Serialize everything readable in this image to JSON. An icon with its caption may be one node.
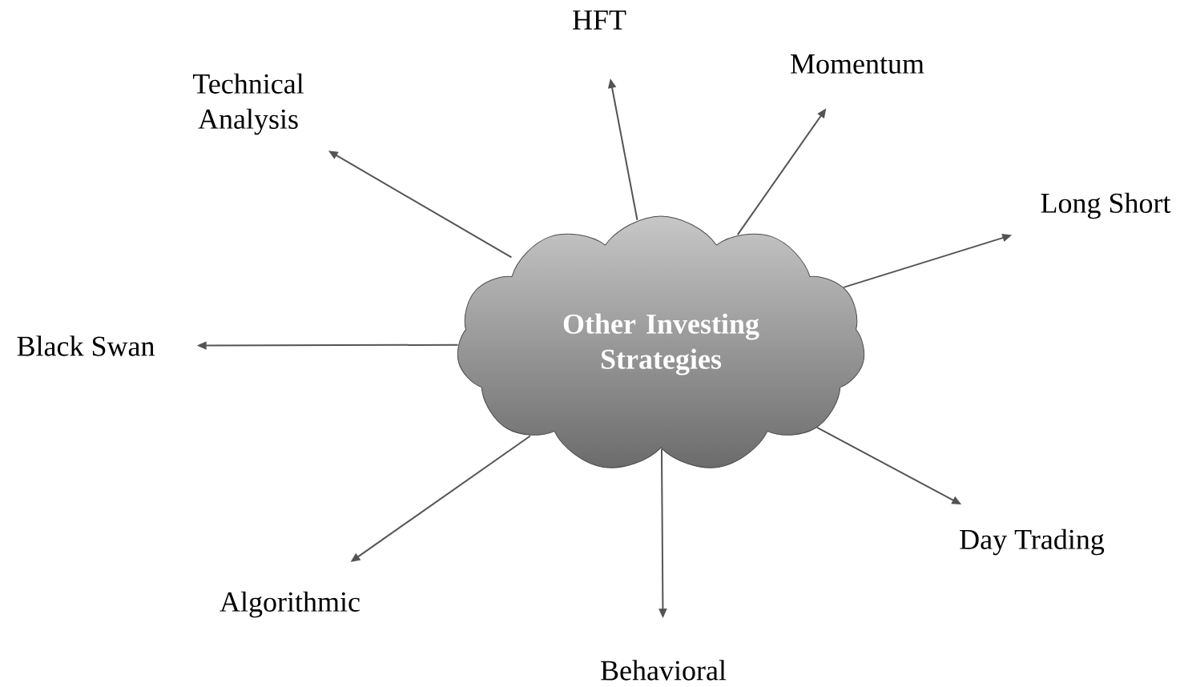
{
  "diagram": {
    "nodes": [
      {
        "text": [
          "Other Investing Strategies"
        ]
      },
      {
        "text": [
          "HFT"
        ]
      },
      {
        "text": [
          "Technical Analysis"
        ]
      },
      {
        "text": [
          "Momentum"
        ]
      },
      {
        "text": [
          "Long Short"
        ]
      },
      {
        "text": [
          "Black Swan"
        ]
      },
      {
        "text": [
          "Day Trading"
        ]
      },
      {
        "text": [
          "Algorithmic"
        ]
      },
      {
        "text": [
          "Behavioral"
        ]
      }
    ],
    "edges": [
      {
        "from": 0,
        "to": 1,
        "arrow": "to"
      },
      {
        "from": 0,
        "to": 2,
        "arrow": "to"
      },
      {
        "from": 0,
        "to": 3,
        "arrow": "to"
      },
      {
        "from": 0,
        "to": 4,
        "arrow": "to"
      },
      {
        "from": 0,
        "to": 5,
        "arrow": "to"
      },
      {
        "from": 0,
        "to": 6,
        "arrow": "to"
      },
      {
        "from": 0,
        "to": 7,
        "arrow": "to"
      },
      {
        "from": 0,
        "to": 8,
        "arrow": "to"
      }
    ]
  }
}
